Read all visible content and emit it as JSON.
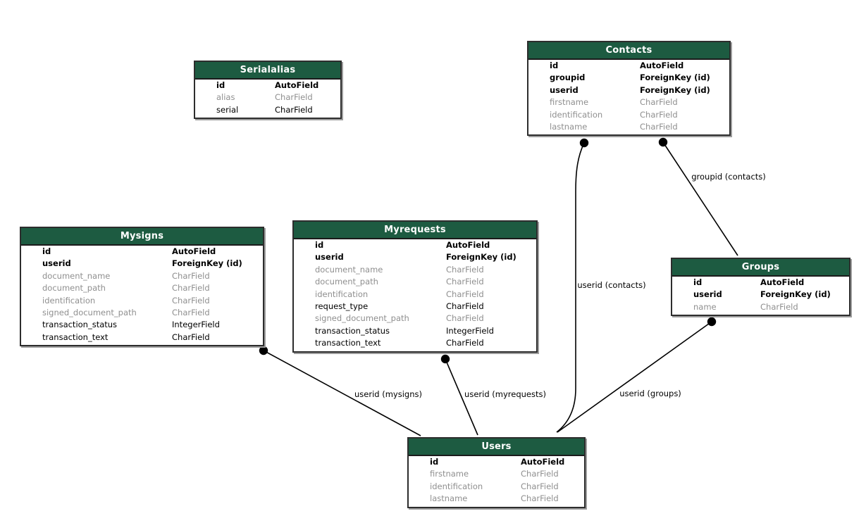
{
  "diagram": {
    "colors": {
      "header_bg": "#1d5b41",
      "header_text": "#ffffff",
      "muted_text": "#8f8f8f",
      "line": "#000000"
    },
    "tables": [
      {
        "id": "serialalias",
        "title": "Serialalias",
        "fields": [
          {
            "name": "id",
            "type": "AutoField",
            "style": "bold"
          },
          {
            "name": "alias",
            "type": "CharField",
            "style": "muted"
          },
          {
            "name": "serial",
            "type": "CharField",
            "style": "normal"
          }
        ]
      },
      {
        "id": "contacts",
        "title": "Contacts",
        "fields": [
          {
            "name": "id",
            "type": "AutoField",
            "style": "bold"
          },
          {
            "name": "groupid",
            "type": "ForeignKey (id)",
            "style": "bold"
          },
          {
            "name": "userid",
            "type": "ForeignKey (id)",
            "style": "bold"
          },
          {
            "name": "firstname",
            "type": "CharField",
            "style": "muted"
          },
          {
            "name": "identification",
            "type": "CharField",
            "style": "muted"
          },
          {
            "name": "lastname",
            "type": "CharField",
            "style": "muted"
          }
        ]
      },
      {
        "id": "mysigns",
        "title": "Mysigns",
        "fields": [
          {
            "name": "id",
            "type": "AutoField",
            "style": "bold"
          },
          {
            "name": "userid",
            "type": "ForeignKey (id)",
            "style": "bold"
          },
          {
            "name": "document_name",
            "type": "CharField",
            "style": "muted"
          },
          {
            "name": "document_path",
            "type": "CharField",
            "style": "muted"
          },
          {
            "name": "identification",
            "type": "CharField",
            "style": "muted"
          },
          {
            "name": "signed_document_path",
            "type": "CharField",
            "style": "muted"
          },
          {
            "name": "transaction_status",
            "type": "IntegerField",
            "style": "normal"
          },
          {
            "name": "transaction_text",
            "type": "CharField",
            "style": "normal"
          }
        ]
      },
      {
        "id": "myrequests",
        "title": "Myrequests",
        "fields": [
          {
            "name": "id",
            "type": "AutoField",
            "style": "bold"
          },
          {
            "name": "userid",
            "type": "ForeignKey (id)",
            "style": "bold"
          },
          {
            "name": "document_name",
            "type": "CharField",
            "style": "muted"
          },
          {
            "name": "document_path",
            "type": "CharField",
            "style": "muted"
          },
          {
            "name": "identification",
            "type": "CharField",
            "style": "muted"
          },
          {
            "name": "request_type",
            "type": "CharField",
            "style": "normal"
          },
          {
            "name": "signed_document_path",
            "type": "CharField",
            "style": "muted"
          },
          {
            "name": "transaction_status",
            "type": "IntegerField",
            "style": "normal"
          },
          {
            "name": "transaction_text",
            "type": "CharField",
            "style": "normal"
          }
        ]
      },
      {
        "id": "groups",
        "title": "Groups",
        "fields": [
          {
            "name": "id",
            "type": "AutoField",
            "style": "bold"
          },
          {
            "name": "userid",
            "type": "ForeignKey (id)",
            "style": "bold"
          },
          {
            "name": "name",
            "type": "CharField",
            "style": "muted"
          }
        ]
      },
      {
        "id": "users",
        "title": "Users",
        "fields": [
          {
            "name": "id",
            "type": "AutoField",
            "style": "bold"
          },
          {
            "name": "firstname",
            "type": "CharField",
            "style": "muted"
          },
          {
            "name": "identification",
            "type": "CharField",
            "style": "muted"
          },
          {
            "name": "lastname",
            "type": "CharField",
            "style": "muted"
          }
        ]
      }
    ],
    "edges": [
      {
        "id": "userid-mysigns",
        "label": "userid (mysigns)"
      },
      {
        "id": "userid-myrequests",
        "label": "userid (myrequests)"
      },
      {
        "id": "userid-groups",
        "label": "userid (groups)"
      },
      {
        "id": "userid-contacts",
        "label": "userid (contacts)"
      },
      {
        "id": "groupid-contacts",
        "label": "groupid (contacts)"
      }
    ]
  }
}
